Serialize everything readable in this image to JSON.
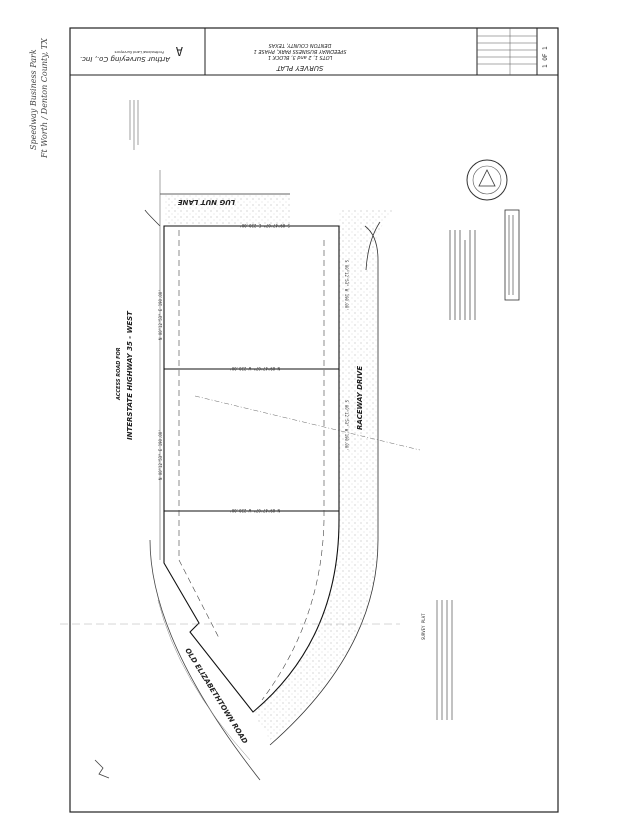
{
  "handwritten_note": {
    "line1": "Speedway Business Park",
    "line2": "Ft Worth / Denton County, TX"
  },
  "title_block": {
    "firm_name": "Arthur Surveying Co., Inc.",
    "firm_subtitle": "Professional Land Surveyors",
    "title": "SURVEY PLAT",
    "line1": "LOTS 1, 2 and 3, BLOCK 1",
    "line2": "SPEEDWAY BUSINESS PARK, PHASE 1",
    "line3": "DENTON COUNTY, TEXAS",
    "sheet": "1 OF 1"
  },
  "streets": {
    "lug_nut": "LUG NUT LANE",
    "raceway": "RACEWAY DRIVE",
    "access_1": "ACCESS ROAD FOR",
    "access_2": "INTERSTATE HIGHWAY 35 - WEST",
    "old_road": "OLD ELIZABETHTOWN ROAD"
  },
  "dimensions": {
    "top": "S 89°47'07\" E 220.00'",
    "div1": "N 89°47'07\" W 220.00'",
    "div2": "N 89°47'07\" W 220.00'",
    "left1": "N 00°12'53\" E 190.00'",
    "left2": "N 00°12'53\" E 190.00'",
    "right1": "S 00°12'53\" W 190.00'",
    "right2": "S 00°12'53\" W 190.00'"
  },
  "notes": {
    "box_title": "SURVEY PLAT"
  }
}
